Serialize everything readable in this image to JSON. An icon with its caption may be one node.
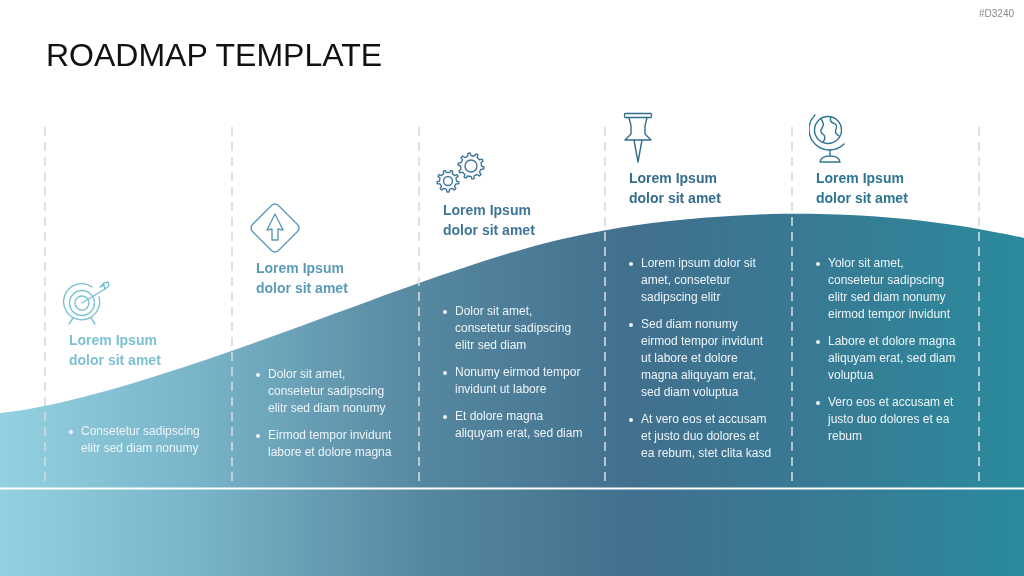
{
  "diagram": {
    "title": "ROADMAP TEMPLATE",
    "labels": [
      "#D3240",
      "Lorem Ipsum dolor sit amet",
      "Consetetur sadipscing elitr sed diam nonumy",
      "Lorem Ipsum dolor sit amet",
      "Dolor sit amet, consetetur sadipscing elitr sed diam nonumy",
      "Eirmod tempor invidunt labore et dolore magna",
      "Lorem Ipsum dolor sit amet",
      "Dolor sit amet, consetetur sadipscing elitr sed diam",
      "Nonumy eirmod tempor invidunt ut labore",
      "Et dolore magna aliquyam erat, sed diam",
      "Lorem Ipsum dolor sit amet",
      "Lorem ipsum dolor sit amet, consetetur sadipscing elitr",
      "Sed diam nonumy eirmod tempor invidunt ut labore et dolore magna aliquyam erat, sed diam voluptua",
      "At vero eos et accusam et justo duo dolores et ea rebum, stet clita kasd",
      "Lorem Ipsum dolor sit amet",
      "Yolor sit amet, consetetur sadipscing elitr sed diam nonumy eirmod tempor invidunt",
      "Labore et dolore magna aliquyam erat, sed diam voluptua",
      "Vero eos et accusam et justo duo dolores et ea rebum"
    ]
  }
}
